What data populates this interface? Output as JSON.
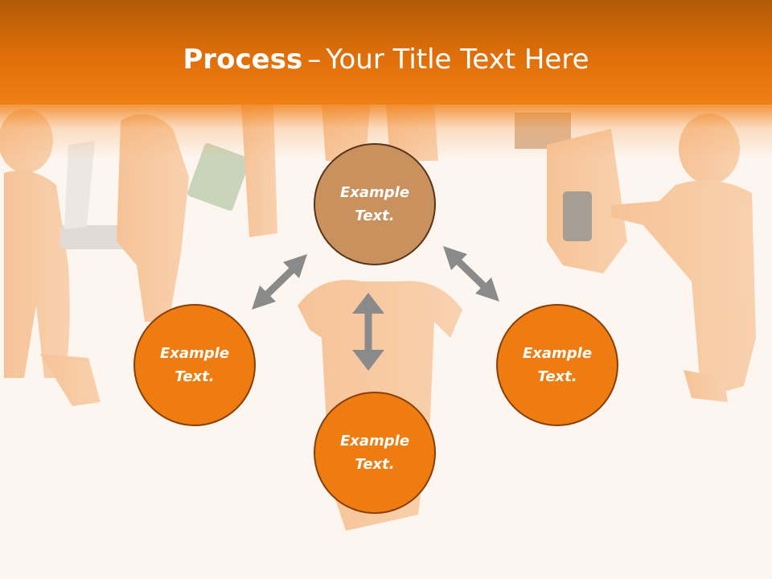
{
  "title": {
    "bold": "Process",
    "separator": "–",
    "rest": "Your Title Text Here"
  },
  "nodes": {
    "top": {
      "text": "Example Text.",
      "color": "#c8915e"
    },
    "left": {
      "text": "Example Text.",
      "color": "#ee7c10"
    },
    "right": {
      "text": "Example Text.",
      "color": "#ee7c10"
    },
    "bottom": {
      "text": "Example Text.",
      "color": "#ee7c10"
    }
  },
  "colors": {
    "header": "#e06f0a",
    "arrow": "#8a8a8a",
    "background": "#fdf6f0"
  }
}
